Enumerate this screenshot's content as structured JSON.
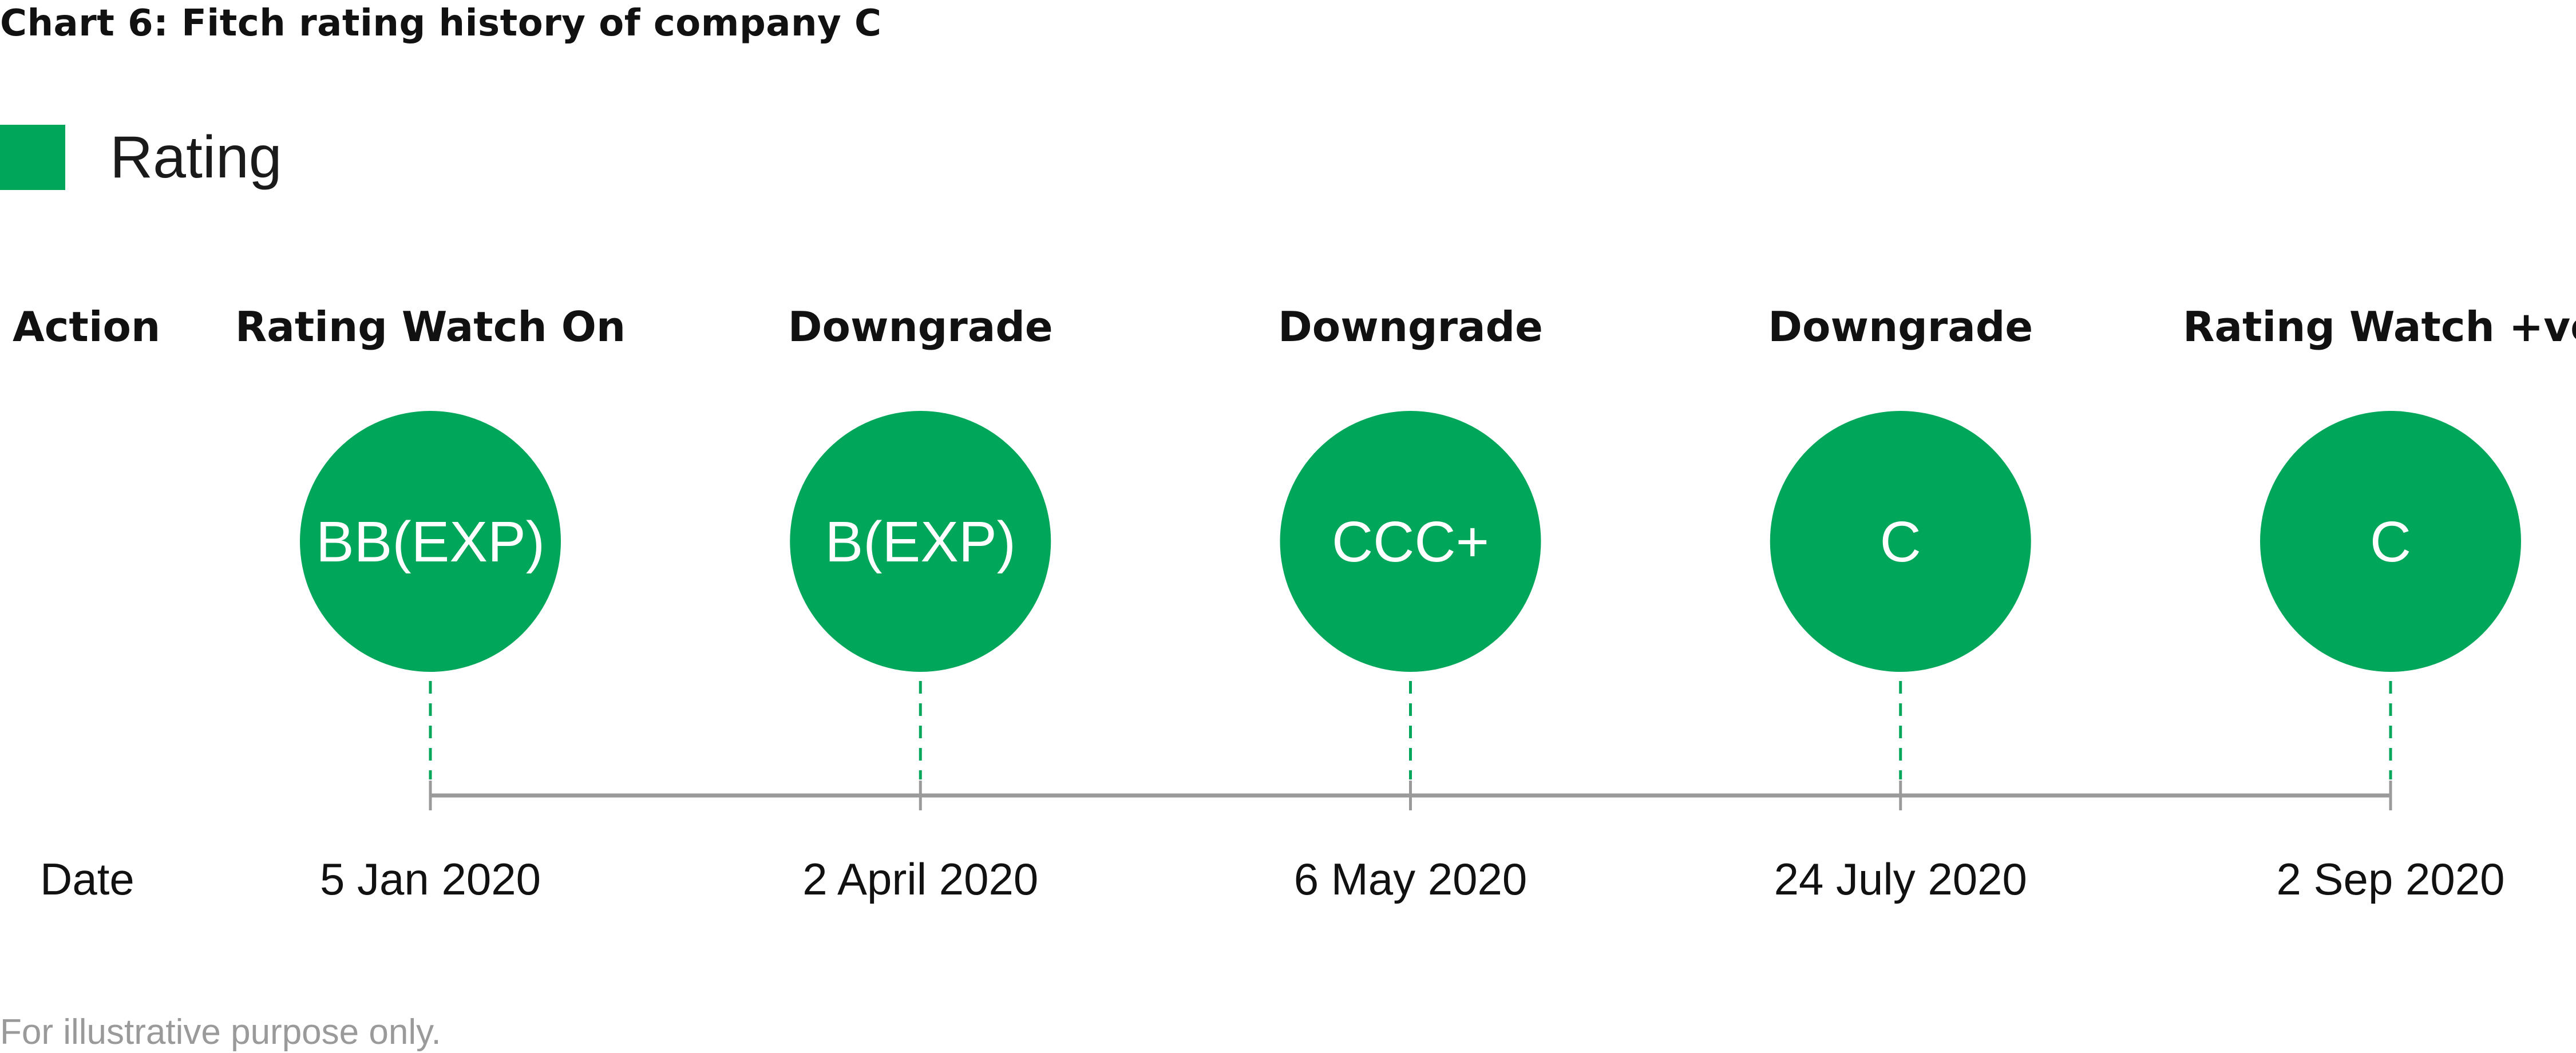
{
  "title": "Chart 6: Fitch rating history of company C",
  "legend": {
    "label": "Rating",
    "color": "#00A65A"
  },
  "row_labels": {
    "action": "Action",
    "date": "Date"
  },
  "colors": {
    "marker": "#00A65A",
    "axis": "#9A9A9A",
    "connector": "#00A65A"
  },
  "footnote": "For illustrative purpose only.",
  "chart_data": {
    "type": "timeline",
    "title": "Chart 6: Fitch rating history of company C",
    "events": [
      {
        "action": "Rating Watch On",
        "rating": "BB(EXP)",
        "date": "5 Jan 2020"
      },
      {
        "action": "Downgrade",
        "rating": "B(EXP)",
        "date": "2 April 2020"
      },
      {
        "action": "Downgrade",
        "rating": "CCC+",
        "date": "6 May 2020"
      },
      {
        "action": "Downgrade",
        "rating": "C",
        "date": "24 July 2020"
      },
      {
        "action": "Rating Watch +ve",
        "rating": "C",
        "date": "2 Sep 2020"
      }
    ]
  }
}
